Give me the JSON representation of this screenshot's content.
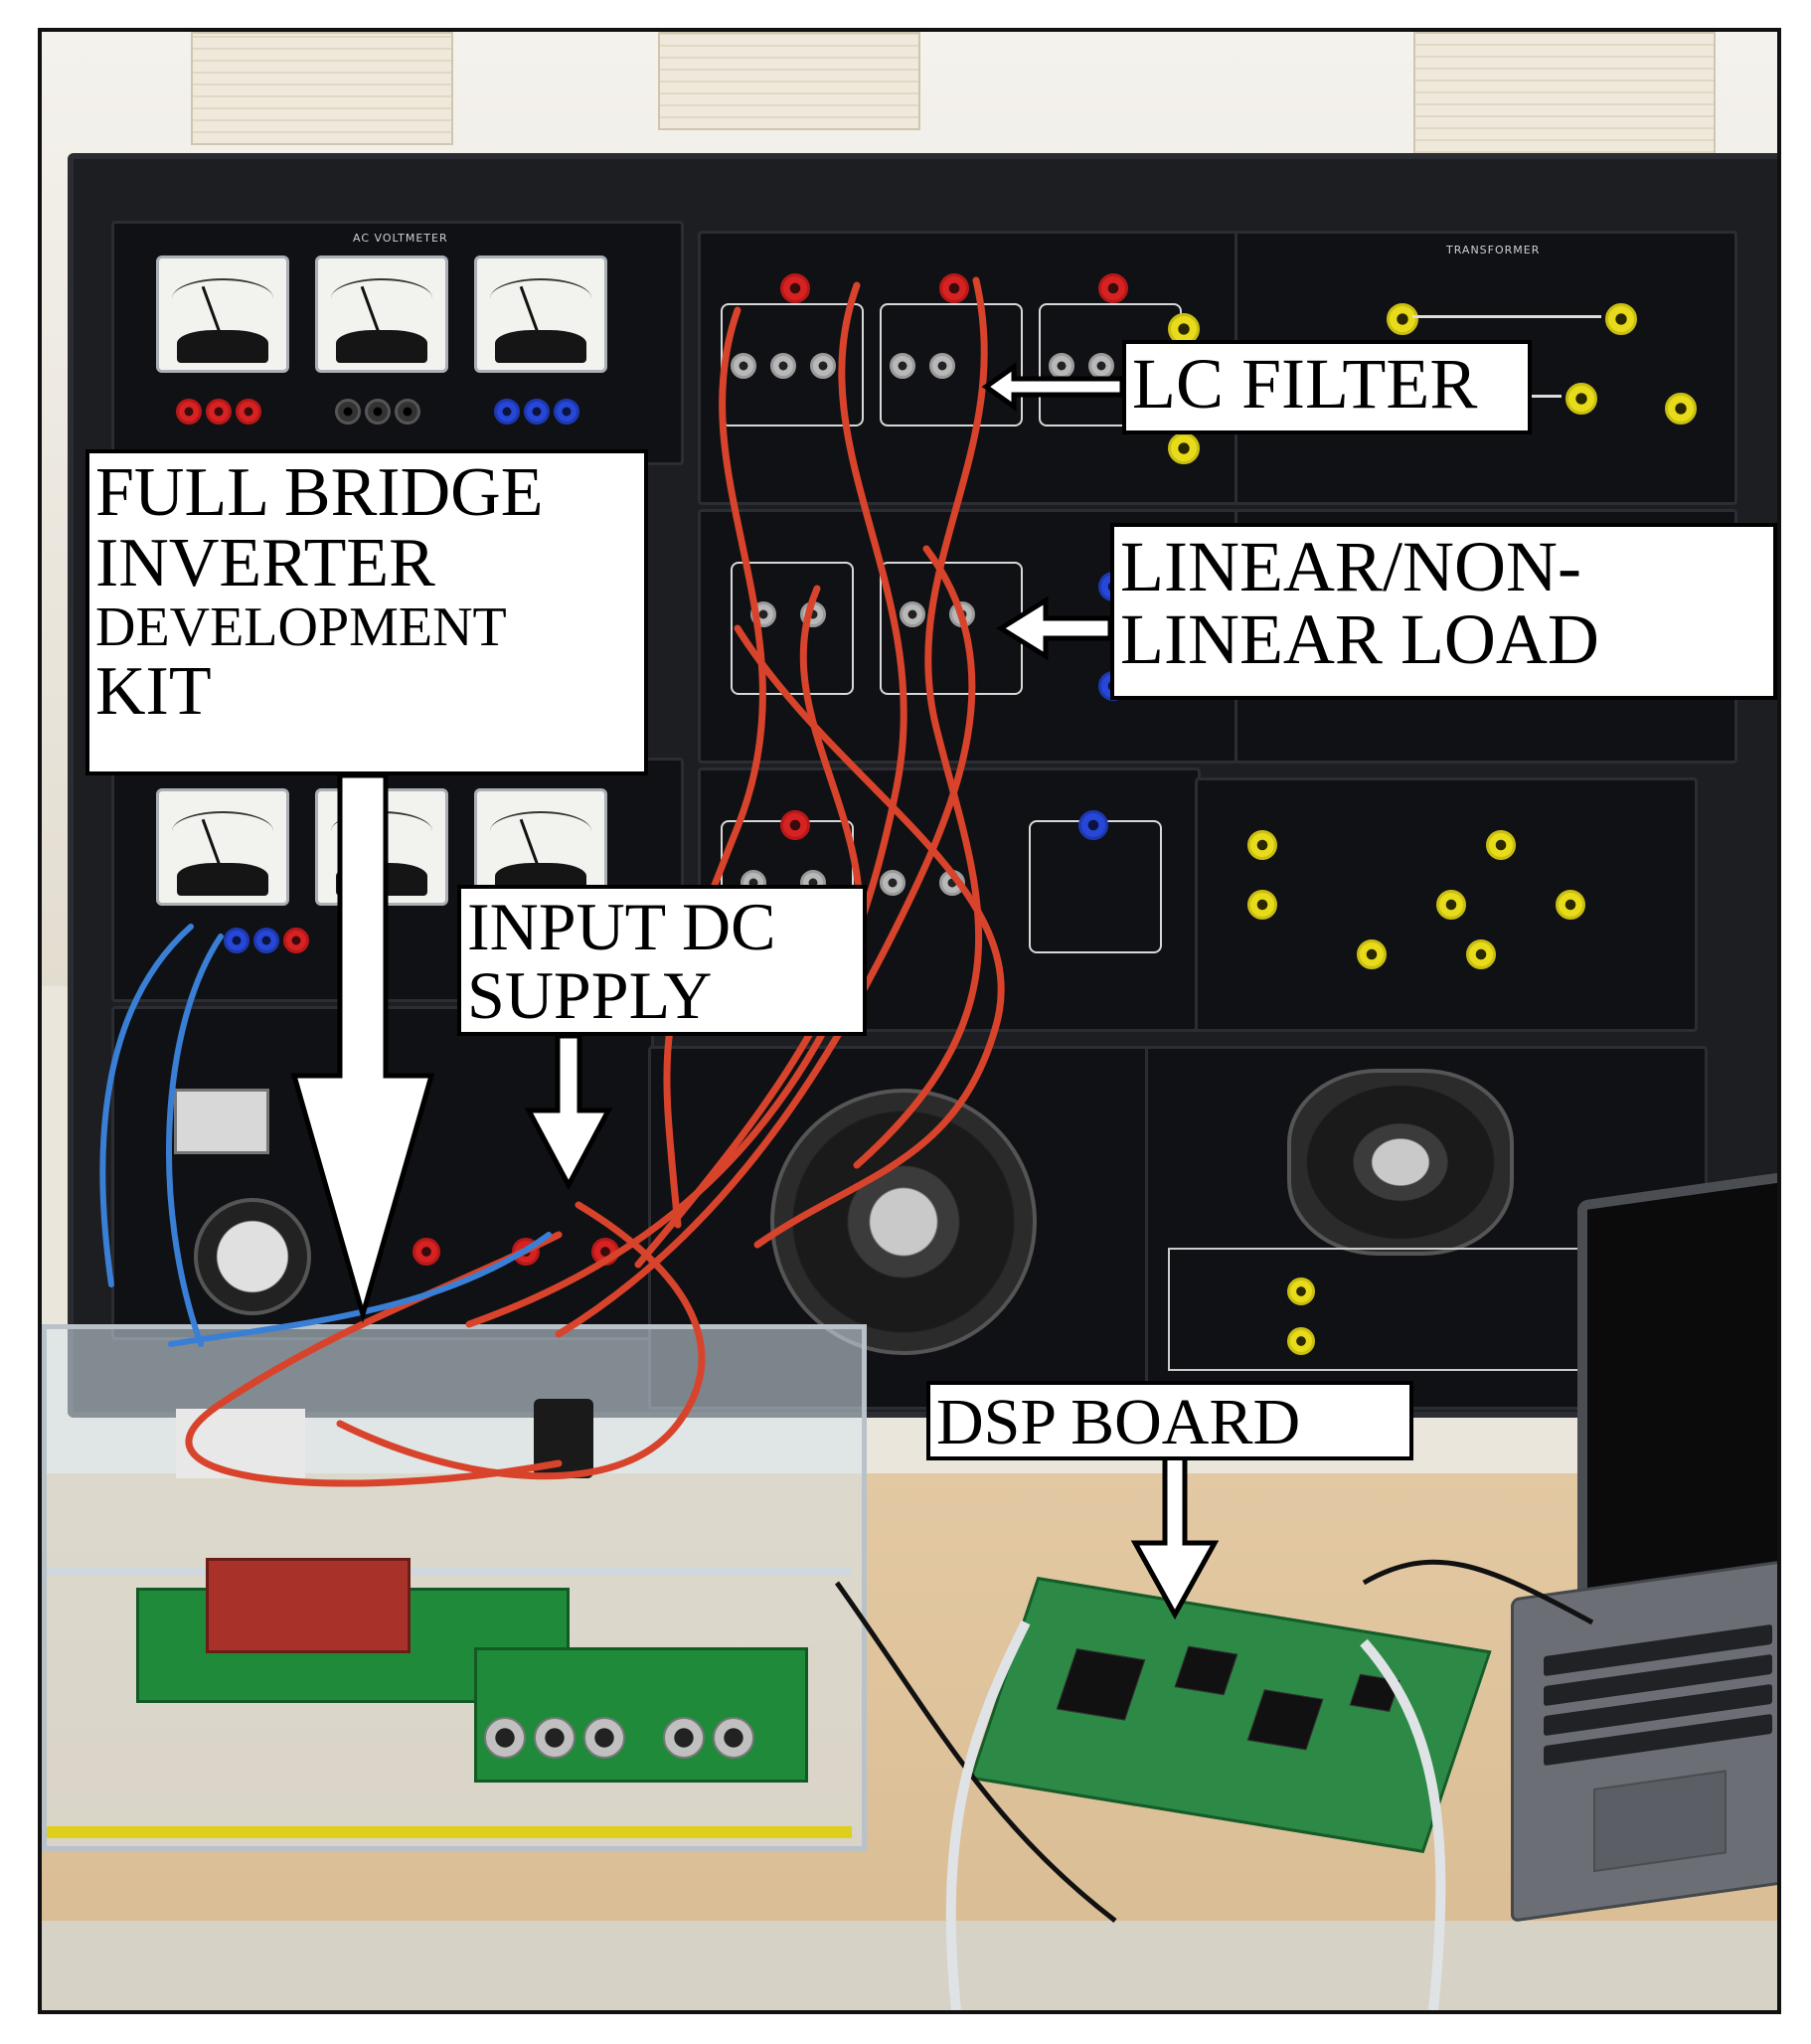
{
  "labels": {
    "full_bridge": {
      "lines": [
        "FULL BRIDGE",
        "INVERTER",
        "DEVELOPMENT",
        "KIT"
      ]
    },
    "lc_filter": {
      "text": "LC FILTER"
    },
    "load": {
      "lines": [
        "LINEAR/NON-",
        "LINEAR LOAD"
      ]
    },
    "input_dc": {
      "lines": [
        "INPUT DC",
        "SUPPLY"
      ]
    },
    "dsp_board": {
      "text": "DSP BOARD"
    }
  },
  "panel_titles": {
    "ac_voltmeter": "AC VOLTMETER",
    "transformer": "TRANSFORMER"
  },
  "colors": {
    "label_background": "#ffffff",
    "label_border": "#000000",
    "wire_red": "#d8432c",
    "wire_blue": "#3a7fd6",
    "rack": "#1d1e22"
  }
}
